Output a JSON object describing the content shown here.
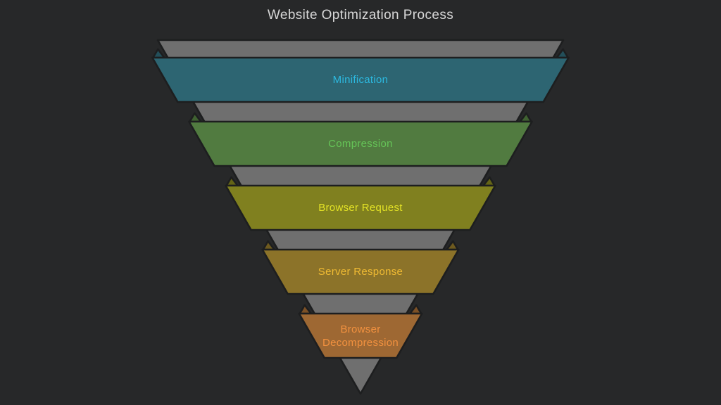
{
  "title": "Website Optimization Process",
  "colors": {
    "background": "#272829",
    "funnel": "#6f6f6f",
    "outline": "#1d1e1f",
    "title_text": "#d8d8d8"
  },
  "stages": [
    {
      "label": "Minification",
      "fill": "#2d6572",
      "fold": "#234f5a",
      "text": "#2cb9e0"
    },
    {
      "label": "Compression",
      "fill": "#517b40",
      "fold": "#3f6131",
      "text": "#65c457"
    },
    {
      "label": "Browser Request",
      "fill": "#80801f",
      "fold": "#646416",
      "text": "#e4e326"
    },
    {
      "label": "Server Response",
      "fill": "#8c7329",
      "fold": "#6e5a1f",
      "text": "#f0bb33"
    },
    {
      "label": "Browser Decompression",
      "fill": "#9e6833",
      "fold": "#7d5126",
      "text": "#f2913f"
    }
  ]
}
